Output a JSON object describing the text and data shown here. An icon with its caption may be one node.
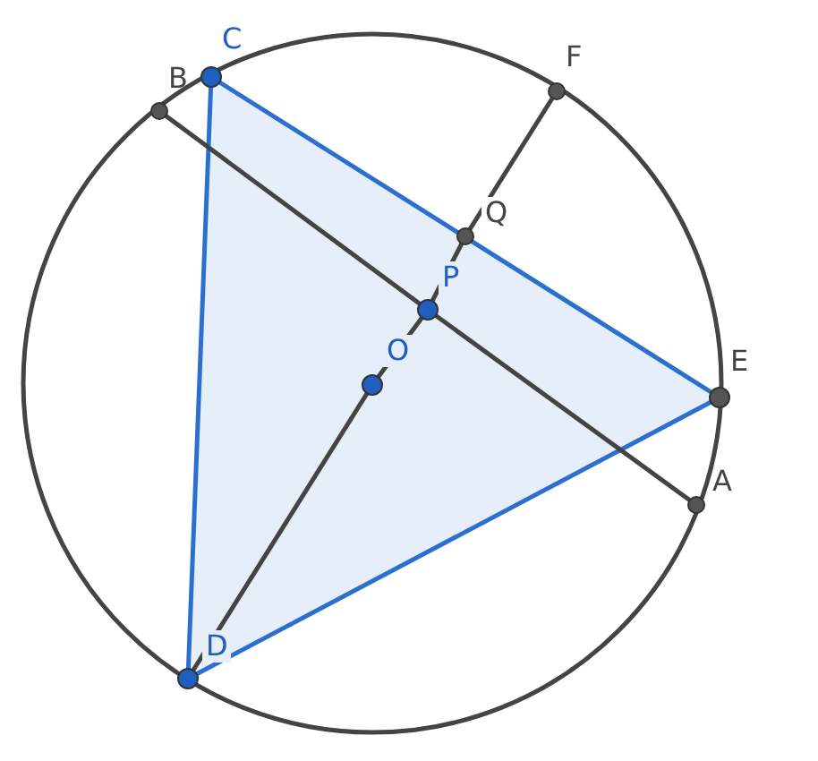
{
  "diagram": {
    "nodes": [
      {
        "text": [
          "C"
        ]
      },
      {
        "text": [
          "B"
        ]
      },
      {
        "text": [
          "F"
        ]
      },
      {
        "text": [
          "Q"
        ]
      },
      {
        "text": [
          "P"
        ]
      },
      {
        "text": [
          "O"
        ]
      },
      {
        "text": [
          "E"
        ]
      },
      {
        "text": [
          "A"
        ]
      },
      {
        "text": [
          "D"
        ]
      }
    ],
    "edges": [
      {
        "from": 0,
        "to": 8,
        "arrow": "none",
        "color": "#2b6fcf"
      },
      {
        "from": 8,
        "to": 6,
        "arrow": "none",
        "color": "#2b6fcf"
      },
      {
        "from": 6,
        "to": 0,
        "arrow": "none",
        "color": "#2b6fcf"
      },
      {
        "from": 1,
        "to": 4,
        "arrow": "none"
      },
      {
        "from": 4,
        "to": 7,
        "arrow": "none"
      },
      {
        "from": 8,
        "to": 5,
        "arrow": "none"
      },
      {
        "from": 5,
        "to": 4,
        "arrow": "none"
      },
      {
        "from": 4,
        "to": 3,
        "arrow": "none"
      },
      {
        "from": 3,
        "to": 2,
        "arrow": "none"
      }
    ]
  }
}
